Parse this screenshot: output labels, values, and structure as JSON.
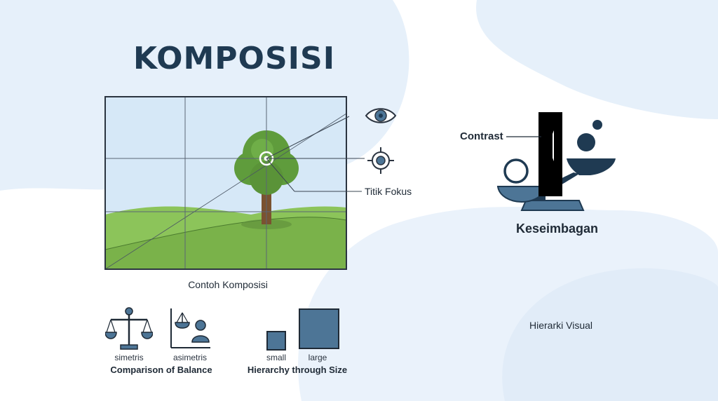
{
  "title": "KOMPOSISI",
  "composition": {
    "caption": "Contoh Komposisi",
    "focus_label": "Titik Fokus",
    "icons": [
      "eye-icon",
      "target-icon"
    ]
  },
  "balance_panel": {
    "contrast_label": "Contrast",
    "caption": "Keseimbagan"
  },
  "hierarchy_note": "Hierarki Visual",
  "comparison_balance": {
    "items": [
      {
        "label": "simetris",
        "icon": "symmetric-scale-icon"
      },
      {
        "label": "asimetris",
        "icon": "asymmetric-scale-icon"
      }
    ],
    "caption": "Comparison of Balance"
  },
  "hierarchy_size": {
    "items": [
      {
        "label": "small"
      },
      {
        "label": "large"
      }
    ],
    "caption": "Hierarchy through Size"
  },
  "colors": {
    "title": "#1f3a52",
    "accent": "#4d7596",
    "dark": "#1f3a52",
    "sky": "#d6e8f7",
    "grass": "#7dba4c",
    "tree": "#5f9c3c",
    "trunk": "#7a5230",
    "blob": "#e6f0fa"
  }
}
